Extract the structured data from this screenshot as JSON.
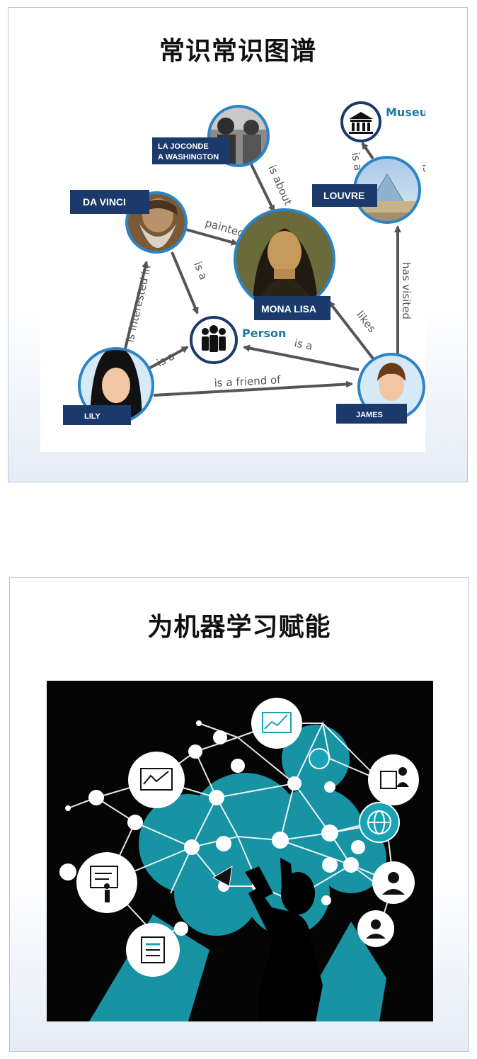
{
  "card1": {
    "title": "常识常识图谱"
  },
  "card2": {
    "title": "为机器学习赋能"
  },
  "graph": {
    "nodes": {
      "la_joconde_1": "LA JOCONDE",
      "la_joconde_2": "A WASHINGTON",
      "museum": "Museum",
      "da_vinci": "DA VINCI",
      "louvre": "LOUVRE",
      "mona_lisa": "MONA LISA",
      "person": "Person",
      "lily": "LILY",
      "james": "JAMES"
    },
    "edges": {
      "is_about": "is about",
      "painted": "painted",
      "is_a_davinci": "is a",
      "is_interested_in": "is interested in",
      "is_a_lily": "is a",
      "is_a_friend_of": "is a friend of",
      "is_a_james": "is a",
      "likes": "likes",
      "has_visited": "has visited",
      "is_a_louvre": "is a",
      "is_partial": "is"
    }
  },
  "colors": {
    "label_bg": "#1b3a6b",
    "node_ring": "#2a84c6",
    "edge": "#555555",
    "accent": "#1f7aa3",
    "teal": "#1aa3b5"
  }
}
